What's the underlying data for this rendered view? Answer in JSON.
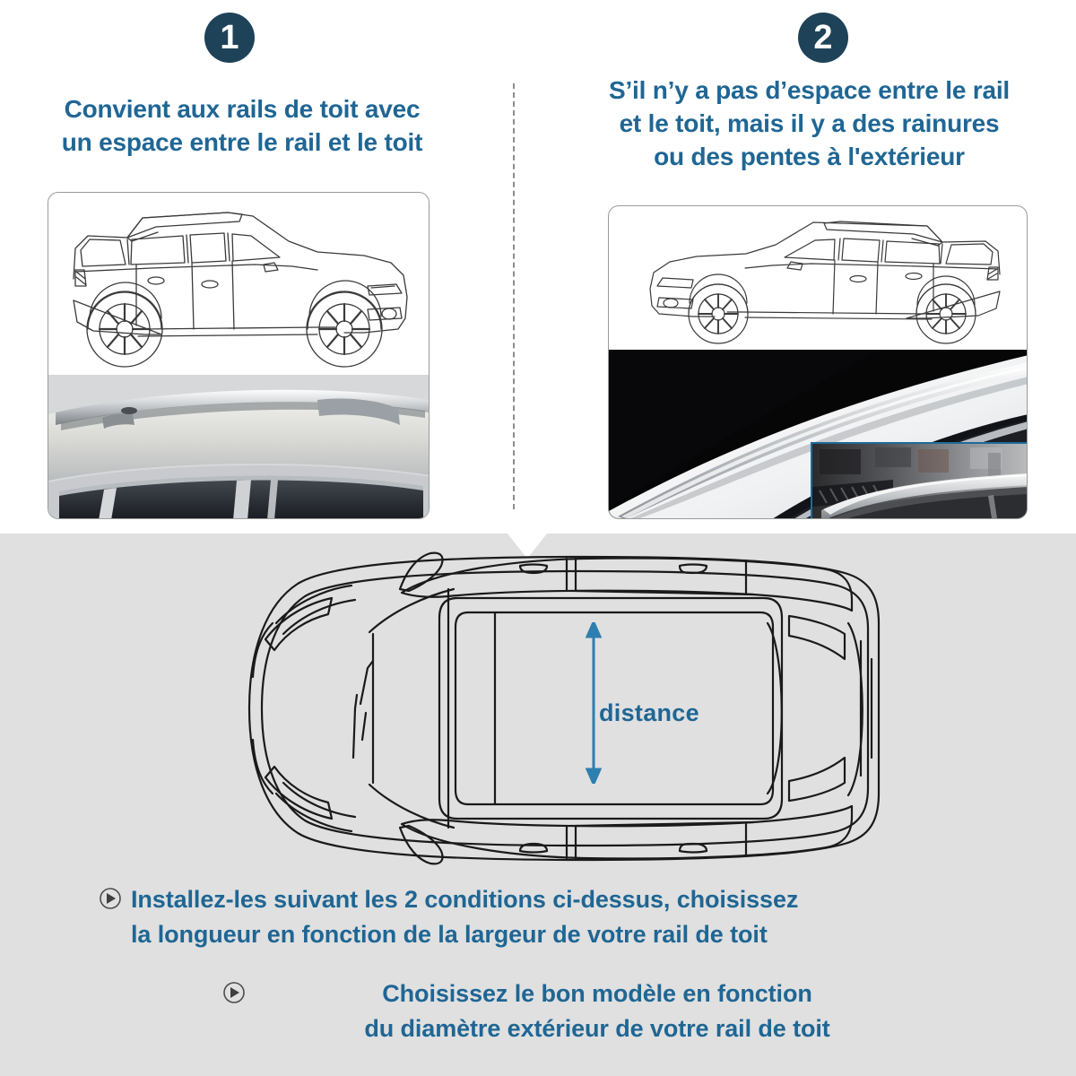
{
  "colors": {
    "badge_bg": "#1e4258",
    "heading_blue": "#1f6694",
    "inset_border_blue": "#1f6a9a",
    "bottom_bg": "#e0e0e0",
    "top_bg": "#ffffff",
    "panel_border": "#9a9a9a",
    "divider": "#8c8c8c"
  },
  "steps": [
    {
      "badge": "1",
      "heading_line1": "Convient aux rails de toit avec",
      "heading_line2": "un espace entre le rail et le toit",
      "illustration_top": "suv-side-view-outline-facing-right",
      "illustration_bottom": "roof-rail-photo-with-gap"
    },
    {
      "badge": "2",
      "heading_line1": "S’il n’y a pas d’espace entre le rail",
      "heading_line2": "et le toit, mais il y a des rainures",
      "heading_line3": "ou des pentes à l'extérieur",
      "illustration_top": "suv-side-view-outline-facing-left",
      "illustration_bottom": "roof-rail-photo-flush",
      "inset_label": "roof-rail-closeup-inset"
    }
  ],
  "diagram": {
    "illustration": "car-top-down-outline",
    "distance_label": "distance",
    "arrow": "vertical-double-arrow"
  },
  "bullets": [
    {
      "icon": "chevron-circle-icon",
      "line1": "Installez-les suivant les 2 conditions ci-dessus, choisissez",
      "line2": "la longueur en fonction de la largeur de votre rail de toit"
    },
    {
      "icon": "chevron-circle-icon",
      "line1": "Choisissez le bon modèle en fonction",
      "line2": "du diamètre extérieur de votre rail de toit"
    }
  ]
}
